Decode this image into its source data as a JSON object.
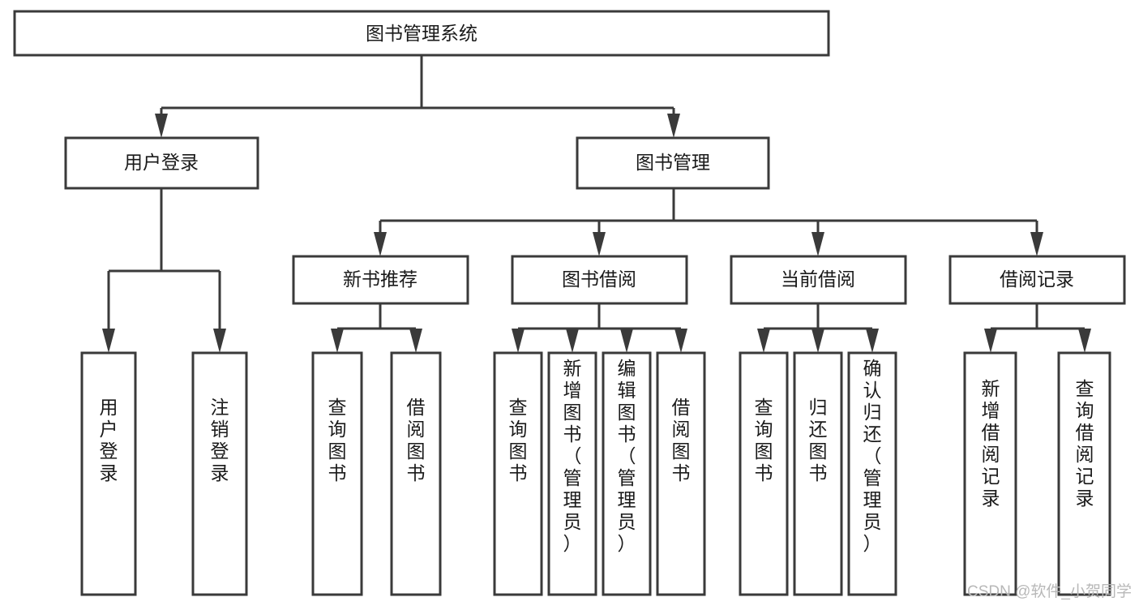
{
  "diagram": {
    "title": "图书管理系统",
    "type": "tree-hierarchy",
    "watermark": "CSDN @软件_小贺同学",
    "levels": {
      "root": "图书管理系统",
      "level2": [
        "用户登录",
        "图书管理"
      ],
      "level3": [
        "新书推荐",
        "图书借阅",
        "当前借阅",
        "借阅记录"
      ]
    }
  },
  "nodes": {
    "root": {
      "label": "图书管理系统"
    },
    "user_login": {
      "label": "用户登录"
    },
    "book_manage": {
      "label": "图书管理"
    },
    "new_book_rec": {
      "label": "新书推荐"
    },
    "book_borrow": {
      "label": "图书借阅"
    },
    "current_borrow": {
      "label": "当前借阅"
    },
    "borrow_record": {
      "label": "借阅记录"
    },
    "leaf_user_login": {
      "label": "用户登录"
    },
    "leaf_user_logout": {
      "label": "注销登录"
    },
    "leaf_nbr_query": {
      "label": "查询图书"
    },
    "leaf_nbr_borrow": {
      "label": "借阅图书"
    },
    "leaf_bb_query": {
      "label": "查询图书"
    },
    "leaf_bb_add": {
      "label": "新增图书（管理员）"
    },
    "leaf_bb_edit": {
      "label": "编辑图书（管理员）"
    },
    "leaf_bb_borrow": {
      "label": "借阅图书"
    },
    "leaf_cb_query": {
      "label": "查询图书"
    },
    "leaf_cb_return": {
      "label": "归还图书"
    },
    "leaf_cb_confirm": {
      "label": "确认归还（管理员）"
    },
    "leaf_br_add": {
      "label": "新增借阅记录"
    },
    "leaf_br_query": {
      "label": "查询借阅记录"
    }
  },
  "colors": {
    "stroke": "#3a3a3a",
    "fill": "#ffffff",
    "text": "#1a1a1a",
    "watermark": "#b8b8b8"
  }
}
